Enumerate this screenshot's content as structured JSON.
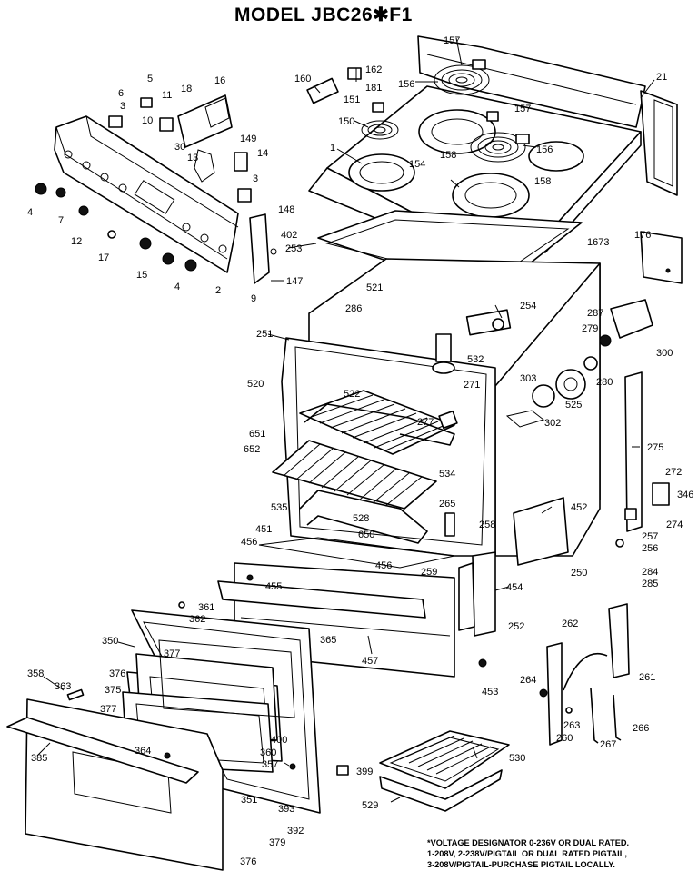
{
  "title": "MODEL JBC26✱F1",
  "note_lines": [
    "*VOLTAGE DESIGNATOR 0-236V OR DUAL RATED.",
    "1-208V, 2-238V/PIGTAIL OR DUAL RATED PIGTAIL,",
    "3-208V/PIGTAIL-PURCHASE PIGTAIL LOCALLY."
  ],
  "part_labels": [
    "157",
    "162",
    "160",
    "181",
    "156",
    "151",
    "21",
    "157",
    "150",
    "156",
    "158",
    "1",
    "154",
    "158",
    "5",
    "6",
    "3",
    "11",
    "16",
    "18",
    "10",
    "30",
    "149",
    "14",
    "13",
    "3",
    "148",
    "4",
    "7",
    "12",
    "17",
    "15",
    "4",
    "2",
    "402",
    "253",
    "147",
    "9",
    "1673",
    "176",
    "521",
    "286",
    "254",
    "287",
    "279",
    "300",
    "251",
    "532",
    "271",
    "303",
    "280",
    "525",
    "520",
    "522",
    "302",
    "277",
    "651",
    "652",
    "534",
    "275",
    "272",
    "346",
    "535",
    "528",
    "650",
    "265",
    "258",
    "452",
    "274",
    "257",
    "256",
    "451",
    "456",
    "455",
    "456",
    "259",
    "454",
    "250",
    "284",
    "285",
    "361",
    "362",
    "365",
    "350",
    "457",
    "252",
    "262",
    "377",
    "376",
    "375",
    "377",
    "358",
    "363",
    "400",
    "360",
    "357",
    "364",
    "385",
    "453",
    "264",
    "261",
    "263",
    "260",
    "266",
    "267",
    "530",
    "399",
    "529",
    "351",
    "393",
    "392",
    "379",
    "376"
  ]
}
